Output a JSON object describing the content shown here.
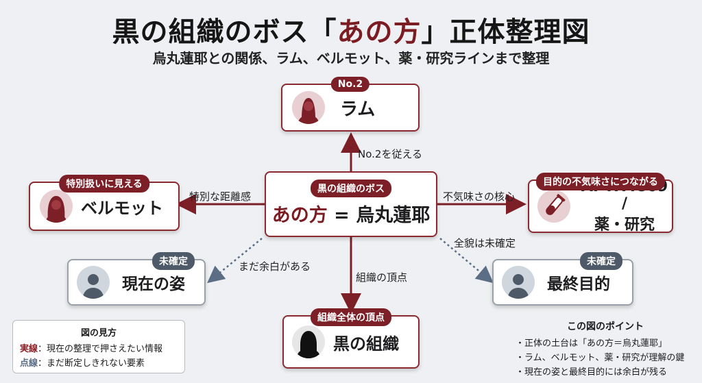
{
  "title": {
    "before": "黒の組織のボス「",
    "accent": "あの方",
    "after": "」正体整理図"
  },
  "subtitle": "烏丸蓮耶との関係、ラム、ベルモット、薬・研究ラインまで整理",
  "colors": {
    "accent": "#7a1c22",
    "badge_gray": "#4f5a68",
    "background": "#eef0f3"
  },
  "nodes": {
    "rum": {
      "badge": "No.2",
      "label": "ラム"
    },
    "center": {
      "badge": "黒の組織のボス",
      "label_accent": "あの方",
      "label_rest": " = 烏丸蓮耶"
    },
    "vermouth": {
      "badge": "特別扱いに見える",
      "label": "ベルモット"
    },
    "aptx": {
      "badge": "目的の不気味さにつながる",
      "label_line1": "APTX4869 /",
      "label_line2": "薬・研究"
    },
    "current": {
      "badge": "未確定",
      "label": "現在の姿"
    },
    "final": {
      "badge": "未確定",
      "label": "最終目的"
    },
    "org": {
      "badge": "組織全体の頂点",
      "label": "黒の組織"
    }
  },
  "edges": {
    "rum": "No.2を従える",
    "vermouth": "特別な距離感",
    "aptx": "不気味さの核心",
    "current": "まだ余白がある",
    "final": "全貌は未確定",
    "org": "組織の頂点"
  },
  "legend": {
    "title": "図の見方",
    "solid_key": "実線",
    "solid_text": "：現在の整理で押さえたい情報",
    "dotted_key": "点線",
    "dotted_text": "：まだ断定しきれない要素"
  },
  "points": {
    "title": "この図のポイント",
    "items": [
      "・正体の土台は「あの方＝烏丸蓮耶」",
      "・ラム、ベルモット、薬・研究が理解の鍵",
      "・現在の姿と最終目的には余白が残る"
    ]
  }
}
